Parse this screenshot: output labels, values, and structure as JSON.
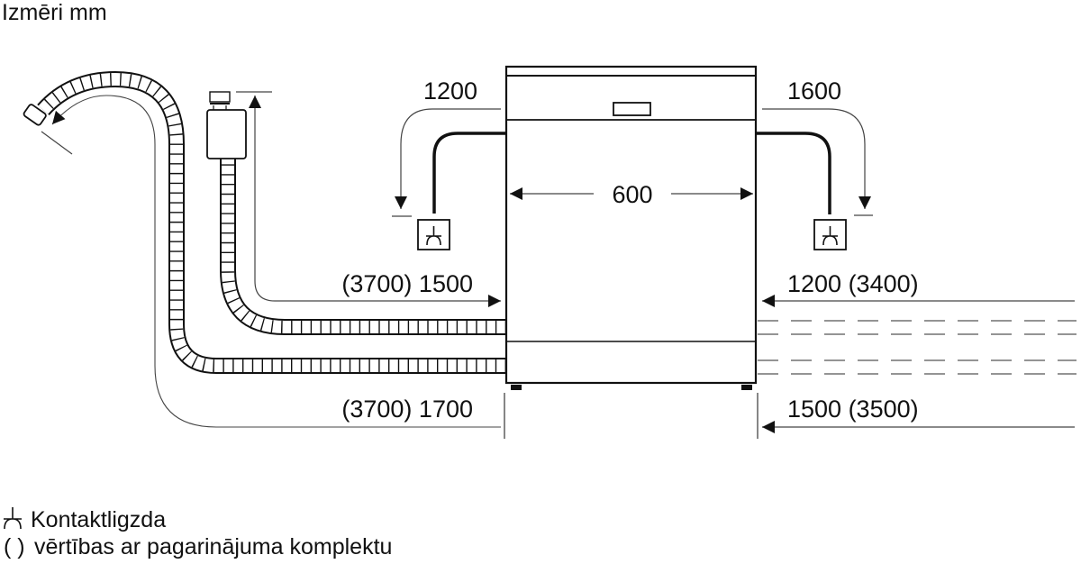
{
  "title": "Izmēri mm",
  "dimensions": {
    "width": "600",
    "power_cord_left": "1200",
    "power_cord_right": "1600",
    "inlet_left": "(3700) 1500",
    "drain_left": "(3700) 1700",
    "inlet_right": "1200 (3400)",
    "drain_right": "1500 (3500)"
  },
  "legend": {
    "socket_symbol": "socket-icon",
    "socket_label": "Kontaktligzda",
    "paren_symbol": "( )",
    "paren_label": "vērtības ar pagarinājuma komplektu"
  },
  "colors": {
    "line": "#111111",
    "dim_line": "#444444",
    "dash": "#555555"
  }
}
